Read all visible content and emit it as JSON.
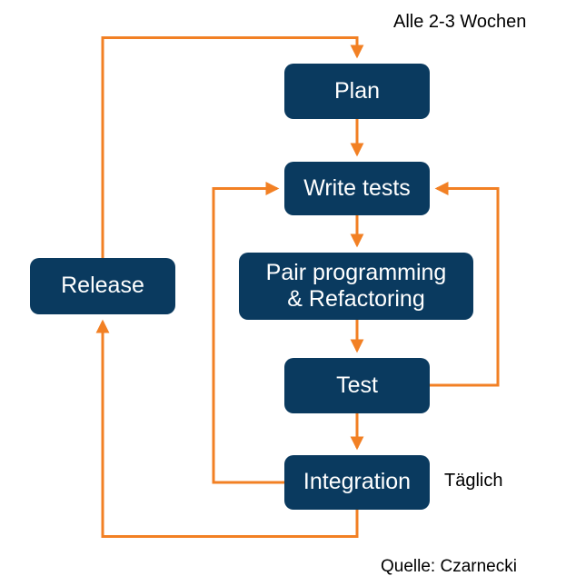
{
  "diagram": {
    "title_text": "",
    "colors": {
      "node_fill": "#0a3a5f",
      "node_text": "#ffffff",
      "arrow": "#f28024",
      "background": "#ffffff",
      "annotation_text": "#000000"
    },
    "nodes": [
      {
        "id": "plan",
        "label": "Plan"
      },
      {
        "id": "write-tests",
        "label": "Write tests"
      },
      {
        "id": "pair",
        "label": "Pair programming\n& Refactoring"
      },
      {
        "id": "test",
        "label": "Test"
      },
      {
        "id": "integration",
        "label": "Integration"
      },
      {
        "id": "release",
        "label": "Release"
      }
    ],
    "annotations": [
      {
        "id": "cadence-iteration",
        "text": "Alle 2-3 Wochen"
      },
      {
        "id": "cadence-daily",
        "text": "Täglich"
      },
      {
        "id": "source-credit",
        "text": "Quelle: Czarnecki"
      }
    ],
    "edges": [
      {
        "id": "release-to-plan",
        "from": "release",
        "to": "plan",
        "label": "Alle 2-3 Wochen"
      },
      {
        "id": "plan-to-write-tests",
        "from": "plan",
        "to": "write-tests",
        "label": ""
      },
      {
        "id": "write-tests-to-pair",
        "from": "write-tests",
        "to": "pair",
        "label": ""
      },
      {
        "id": "pair-to-test",
        "from": "pair",
        "to": "test",
        "label": ""
      },
      {
        "id": "test-to-write-tests",
        "from": "test",
        "to": "write-tests",
        "label": ""
      },
      {
        "id": "test-to-integration",
        "from": "test",
        "to": "integration",
        "label": ""
      },
      {
        "id": "integration-to-write-tests",
        "from": "integration",
        "to": "write-tests",
        "label": ""
      },
      {
        "id": "integration-to-release",
        "from": "integration",
        "to": "release",
        "label": "Täglich"
      }
    ]
  }
}
